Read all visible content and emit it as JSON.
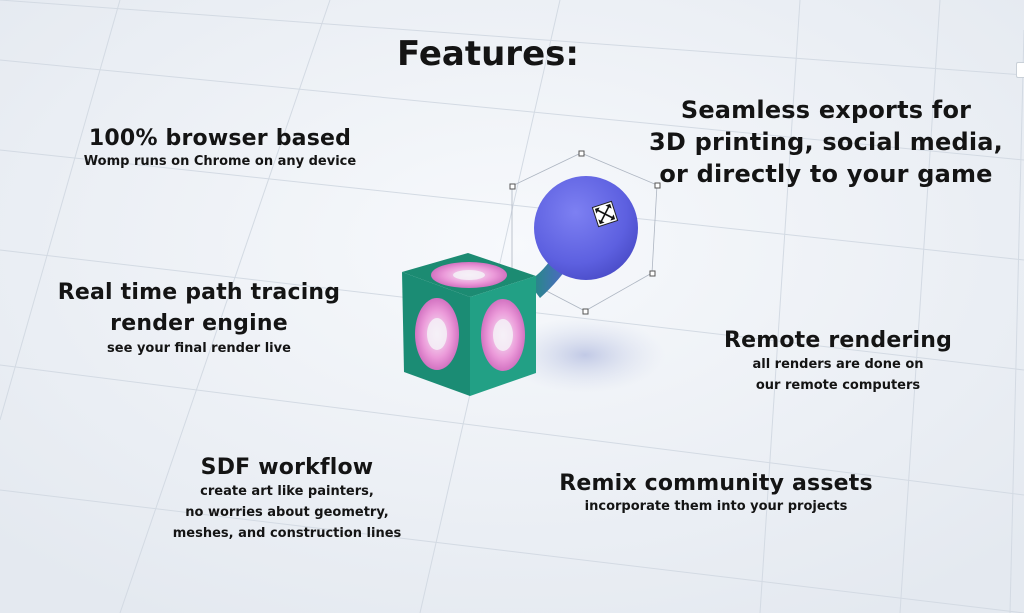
{
  "title": "Features:",
  "features": {
    "browser": {
      "heading": "100% browser based",
      "sub": "Womp runs on Chrome on any device"
    },
    "exports": {
      "lines": [
        "Seamless exports for",
        "3D printing, social media,",
        "or directly to your game"
      ]
    },
    "pathtracing": {
      "lines": [
        "Real time path tracing",
        "render engine"
      ],
      "sub": "see your final render live"
    },
    "remote": {
      "heading": "Remote rendering",
      "sub_lines": [
        "all renders are done on",
        "our remote computers"
      ]
    },
    "sdf": {
      "heading": "SDF workflow",
      "sub_lines": [
        "create art like painters,",
        "no worries about geometry,",
        "meshes, and construction lines"
      ]
    },
    "remix": {
      "heading": "Remix community assets",
      "sub": "incorporate them into your projects"
    }
  },
  "icons": [
    "move-gizmo-icon"
  ],
  "colors": {
    "background": "#e9eef4",
    "cube": "#1f9479",
    "cube_inner": "#e884d6",
    "sphere": "#6366e6",
    "text": "#141414"
  }
}
